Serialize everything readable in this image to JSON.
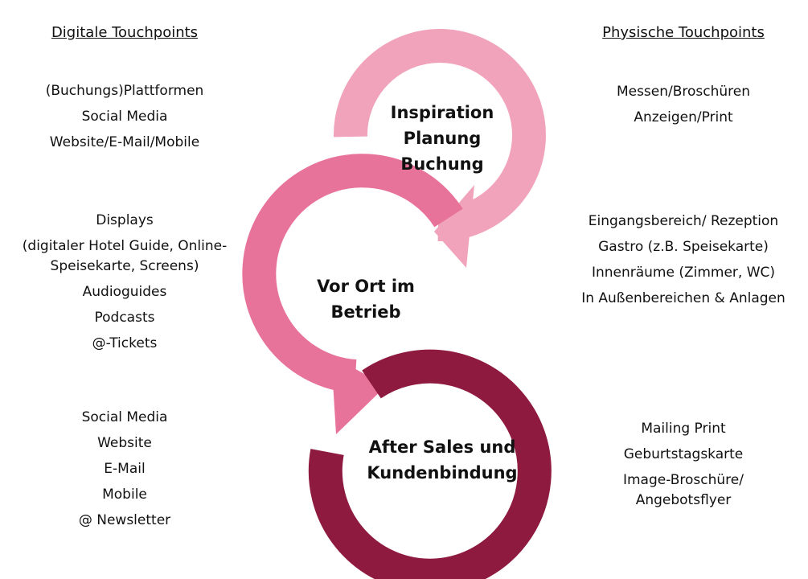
{
  "digital": {
    "heading": "Digitale Touchpoints",
    "groups": [
      [
        "(Buchungs)Plattformen",
        "Social Media",
        "Website/E-Mail/Mobile"
      ],
      [
        "Displays",
        "(digitaler Hotel Guide, Online-Speisekarte, Screens)",
        "Audioguides",
        "Podcasts",
        "@-Tickets"
      ],
      [
        "Social Media",
        "Website",
        "E-Mail",
        "Mobile",
        "@ Newsletter"
      ]
    ]
  },
  "physical": {
    "heading": "Physische Touchpoints",
    "groups": [
      [
        "Messen/Broschüren",
        "Anzeigen/Print"
      ],
      [
        "Eingangsbereich/ Rezeption",
        "Gastro (z.B. Speisekarte)",
        "Innenräume  (Zimmer, WC)",
        "In Außenbereichen & Anlagen"
      ],
      [
        "Mailing Print",
        "Geburtstagskarte",
        "Image-Broschüre/ Angebotsflyer"
      ]
    ]
  },
  "stages": [
    {
      "lines": [
        "Inspiration",
        "Planung",
        "Buchung"
      ],
      "color": "#f0a3ba"
    },
    {
      "lines": [
        "Vor Ort im",
        "Betrieb"
      ],
      "color": "#e8739a"
    },
    {
      "lines": [
        "After Sales und",
        "Kundenbindung"
      ],
      "color": "#8e1a40"
    }
  ]
}
